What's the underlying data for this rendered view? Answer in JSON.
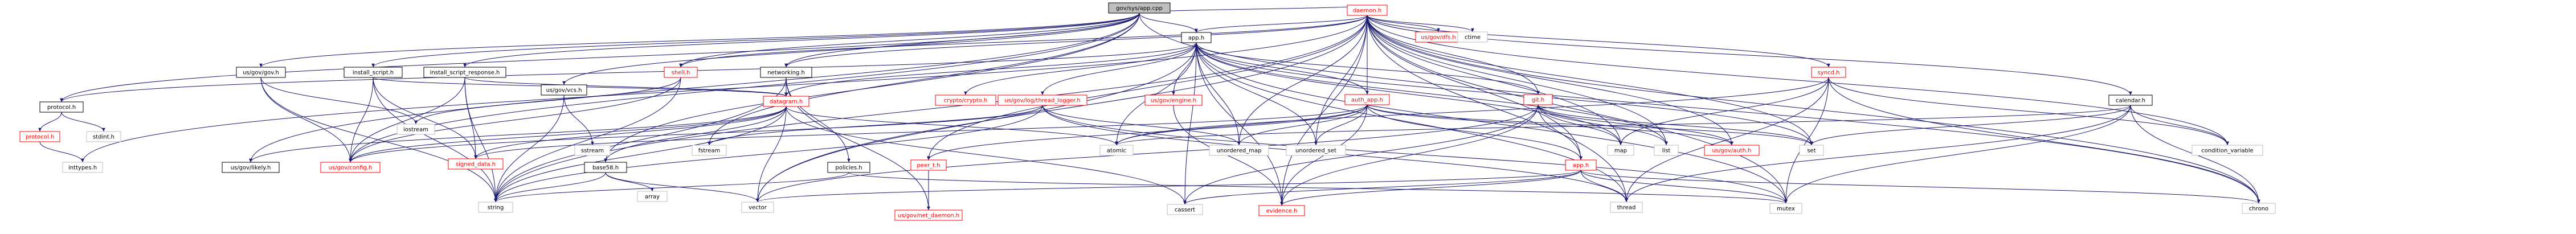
{
  "graph": {
    "root": "n_root",
    "nodes": [
      {
        "id": "n_root",
        "label": "gov/sys/app.cpp",
        "style": "root"
      },
      {
        "id": "n_daemon",
        "label": "daemon.h",
        "style": "red"
      },
      {
        "id": "n_app_h",
        "label": "app.h",
        "style": "black"
      },
      {
        "id": "n_protocol",
        "label": "protocol.h",
        "style": "black"
      },
      {
        "id": "n_protocolh2",
        "label": "protocol.h",
        "style": "red"
      },
      {
        "id": "n_inttypes",
        "label": "inttypes.h",
        "style": "gray"
      },
      {
        "id": "n_stdint",
        "label": "stdint.h",
        "style": "gray"
      },
      {
        "id": "n_usgov",
        "label": "us/gov/gov.h",
        "style": "black"
      },
      {
        "id": "n_install_script",
        "label": "install_script.h",
        "style": "black"
      },
      {
        "id": "n_install_script_resp",
        "label": "install_script_response.h",
        "style": "black"
      },
      {
        "id": "n_likely",
        "label": "us/gov/likely.h",
        "style": "black"
      },
      {
        "id": "n_config",
        "label": "us/gov/config.h",
        "style": "red"
      },
      {
        "id": "n_string",
        "label": "string",
        "style": "gray"
      },
      {
        "id": "n_iostream",
        "label": "iostream",
        "style": "gray"
      },
      {
        "id": "n_signed_data",
        "label": "signed_data.h",
        "style": "red"
      },
      {
        "id": "n_vcs",
        "label": "us/gov/vcs.h",
        "style": "black"
      },
      {
        "id": "n_sstream",
        "label": "sstream",
        "style": "gray"
      },
      {
        "id": "n_shell",
        "label": "shell.h",
        "style": "red"
      },
      {
        "id": "n_datagram",
        "label": "datagram.h",
        "style": "red"
      },
      {
        "id": "n_base58",
        "label": "base58.h",
        "style": "black"
      },
      {
        "id": "n_fstream",
        "label": "fstream",
        "style": "gray"
      },
      {
        "id": "n_array",
        "label": "array",
        "style": "gray"
      },
      {
        "id": "n_vector",
        "label": "vector",
        "style": "gray"
      },
      {
        "id": "n_networking",
        "label": "networking.h",
        "style": "black"
      },
      {
        "id": "n_policies",
        "label": "policies.h",
        "style": "black"
      },
      {
        "id": "n_peer_t",
        "label": "peer_t.h",
        "style": "red"
      },
      {
        "id": "n_net_daemon",
        "label": "us/gov/net_daemon.h",
        "style": "red"
      },
      {
        "id": "n_crypto",
        "label": "crypto/crypto.h",
        "style": "red"
      },
      {
        "id": "n_thread_logger",
        "label": "us/gov/log/thread_logger.h",
        "style": "red"
      },
      {
        "id": "n_atomic",
        "label": "atomic",
        "style": "gray"
      },
      {
        "id": "n_cassert",
        "label": "cassert",
        "style": "gray"
      },
      {
        "id": "n_engine",
        "label": "us/gov/engine.h",
        "style": "red"
      },
      {
        "id": "n_evidence",
        "label": "evidence.h",
        "style": "red"
      },
      {
        "id": "n_unordered_map",
        "label": "unordered_map",
        "style": "gray"
      },
      {
        "id": "n_unordered_set",
        "label": "unordered_set",
        "style": "gray"
      },
      {
        "id": "n_dfs",
        "label": "us/gov/dfs.h",
        "style": "red"
      },
      {
        "id": "n_auth_app",
        "label": "auth_app.h",
        "style": "red"
      },
      {
        "id": "n_git",
        "label": "git.h",
        "style": "red"
      },
      {
        "id": "n_app2",
        "label": "app.h",
        "style": "red"
      },
      {
        "id": "n_ctime",
        "label": "ctime",
        "style": "gray"
      },
      {
        "id": "n_map",
        "label": "map",
        "style": "gray"
      },
      {
        "id": "n_list",
        "label": "list",
        "style": "gray"
      },
      {
        "id": "n_auth",
        "label": "us/gov/auth.h",
        "style": "red"
      },
      {
        "id": "n_set",
        "label": "set",
        "style": "gray"
      },
      {
        "id": "n_syncd",
        "label": "syncd.h",
        "style": "red"
      },
      {
        "id": "n_calendar",
        "label": "calendar.h",
        "style": "black"
      },
      {
        "id": "n_thread",
        "label": "thread",
        "style": "gray"
      },
      {
        "id": "n_mutex",
        "label": "mutex",
        "style": "gray"
      },
      {
        "id": "n_condvar",
        "label": "condition_variable",
        "style": "gray"
      },
      {
        "id": "n_chrono",
        "label": "chrono",
        "style": "gray"
      }
    ],
    "edges": [
      [
        "n_root",
        "n_daemon"
      ],
      [
        "n_root",
        "n_app_h"
      ],
      [
        "n_root",
        "n_protocol"
      ],
      [
        "n_root",
        "n_usgov"
      ],
      [
        "n_root",
        "n_install_script"
      ],
      [
        "n_root",
        "n_install_script_resp"
      ],
      [
        "n_root",
        "n_likely"
      ],
      [
        "n_root",
        "n_config"
      ],
      [
        "n_root",
        "n_vcs"
      ],
      [
        "n_root",
        "n_shell"
      ],
      [
        "n_root",
        "n_networking"
      ],
      [
        "n_root",
        "n_base58"
      ],
      [
        "n_root",
        "n_fstream"
      ],
      [
        "n_root",
        "n_chrono"
      ],
      [
        "n_daemon",
        "n_shell"
      ],
      [
        "n_daemon",
        "n_networking"
      ],
      [
        "n_daemon",
        "n_app_h"
      ],
      [
        "n_daemon",
        "n_dfs"
      ],
      [
        "n_daemon",
        "n_ctime"
      ],
      [
        "n_daemon",
        "n_auth_app"
      ],
      [
        "n_daemon",
        "n_git"
      ],
      [
        "n_daemon",
        "n_app2"
      ],
      [
        "n_daemon",
        "n_syncd"
      ],
      [
        "n_daemon",
        "n_calendar"
      ],
      [
        "n_daemon",
        "n_map"
      ],
      [
        "n_daemon",
        "n_list"
      ],
      [
        "n_daemon",
        "n_set"
      ],
      [
        "n_daemon",
        "n_unordered_map"
      ],
      [
        "n_daemon",
        "n_unordered_set"
      ],
      [
        "n_daemon",
        "n_vector"
      ],
      [
        "n_daemon",
        "n_string"
      ],
      [
        "n_daemon",
        "n_thread"
      ],
      [
        "n_daemon",
        "n_mutex"
      ],
      [
        "n_daemon",
        "n_condvar"
      ],
      [
        "n_daemon",
        "n_evidence"
      ],
      [
        "n_daemon",
        "n_inttypes"
      ],
      [
        "n_daemon",
        "n_peer_t"
      ],
      [
        "n_daemon",
        "n_chrono"
      ],
      [
        "n_daemon",
        "n_auth"
      ],
      [
        "n_app_h",
        "n_protocol"
      ],
      [
        "n_app_h",
        "n_datagram"
      ],
      [
        "n_app_h",
        "n_crypto"
      ],
      [
        "n_app_h",
        "n_thread_logger"
      ],
      [
        "n_app_h",
        "n_engine"
      ],
      [
        "n_app_h",
        "n_auth_app"
      ],
      [
        "n_app_h",
        "n_git"
      ],
      [
        "n_app_h",
        "n_atomic"
      ],
      [
        "n_app_h",
        "n_cassert"
      ],
      [
        "n_app_h",
        "n_vector"
      ],
      [
        "n_app_h",
        "n_map"
      ],
      [
        "n_app_h",
        "n_unordered_map"
      ],
      [
        "n_app_h",
        "n_unordered_set"
      ],
      [
        "n_app_h",
        "n_evidence"
      ],
      [
        "n_app_h",
        "n_mutex"
      ],
      [
        "n_app_h",
        "n_thread"
      ],
      [
        "n_app_h",
        "n_set"
      ],
      [
        "n_app_h",
        "n_list"
      ],
      [
        "n_protocol",
        "n_protocolh2"
      ],
      [
        "n_protocol",
        "n_stdint"
      ],
      [
        "n_protocolh2",
        "n_inttypes"
      ],
      [
        "n_usgov",
        "n_config"
      ],
      [
        "n_usgov",
        "n_iostream"
      ],
      [
        "n_usgov",
        "n_string"
      ],
      [
        "n_install_script",
        "n_config"
      ],
      [
        "n_install_script",
        "n_signed_data"
      ],
      [
        "n_install_script",
        "n_datagram"
      ],
      [
        "n_install_script",
        "n_string"
      ],
      [
        "n_install_script_resp",
        "n_config"
      ],
      [
        "n_install_script_resp",
        "n_signed_data"
      ],
      [
        "n_install_script_resp",
        "n_datagram"
      ],
      [
        "n_install_script_resp",
        "n_string"
      ],
      [
        "n_vcs",
        "n_sstream"
      ],
      [
        "n_vcs",
        "n_string"
      ],
      [
        "n_shell",
        "n_iostream"
      ],
      [
        "n_shell",
        "n_string"
      ],
      [
        "n_shell",
        "n_config"
      ],
      [
        "n_datagram",
        "n_config"
      ],
      [
        "n_datagram",
        "n_likely"
      ],
      [
        "n_datagram",
        "n_signed_data"
      ],
      [
        "n_datagram",
        "n_base58"
      ],
      [
        "n_datagram",
        "n_vector"
      ],
      [
        "n_datagram",
        "n_string"
      ],
      [
        "n_datagram",
        "n_atomic"
      ],
      [
        "n_datagram",
        "n_cassert"
      ],
      [
        "n_base58",
        "n_array"
      ],
      [
        "n_base58",
        "n_vector"
      ],
      [
        "n_base58",
        "n_string"
      ],
      [
        "n_networking",
        "n_datagram"
      ],
      [
        "n_networking",
        "n_policies"
      ],
      [
        "n_networking",
        "n_string"
      ],
      [
        "n_networking",
        "n_net_daemon"
      ],
      [
        "n_policies",
        "n_string"
      ],
      [
        "n_policies",
        "n_mutex"
      ],
      [
        "n_peer_t",
        "n_net_daemon"
      ],
      [
        "n_thread_logger",
        "n_string"
      ],
      [
        "n_thread_logger",
        "n_config"
      ],
      [
        "n_thread_logger",
        "n_fstream"
      ],
      [
        "n_thread_logger",
        "n_unordered_map"
      ],
      [
        "n_thread_logger",
        "n_thread"
      ],
      [
        "n_thread_logger",
        "n_mutex"
      ],
      [
        "n_engine",
        "n_evidence"
      ],
      [
        "n_auth_app",
        "n_atomic"
      ],
      [
        "n_auth_app",
        "n_app2"
      ],
      [
        "n_auth_app",
        "n_set"
      ],
      [
        "n_auth_app",
        "n_peer_t"
      ],
      [
        "n_auth_app",
        "n_signed_data"
      ],
      [
        "n_auth_app",
        "n_unordered_map"
      ],
      [
        "n_auth_app",
        "n_unordered_set"
      ],
      [
        "n_auth_app",
        "n_auth"
      ],
      [
        "n_auth_app",
        "n_evidence"
      ],
      [
        "n_git",
        "n_app2"
      ],
      [
        "n_git",
        "n_map"
      ],
      [
        "n_git",
        "n_list"
      ],
      [
        "n_git",
        "n_auth"
      ],
      [
        "n_git",
        "n_set"
      ],
      [
        "n_git",
        "n_cassert"
      ],
      [
        "n_git",
        "n_evidence"
      ],
      [
        "n_git",
        "n_vector"
      ],
      [
        "n_app2",
        "n_vector"
      ],
      [
        "n_app2",
        "n_cassert"
      ],
      [
        "n_app2",
        "n_thread"
      ],
      [
        "n_app2",
        "n_mutex"
      ],
      [
        "n_app2",
        "n_evidence"
      ],
      [
        "n_app2",
        "n_chrono"
      ],
      [
        "n_syncd",
        "n_thread"
      ],
      [
        "n_syncd",
        "n_mutex"
      ],
      [
        "n_syncd",
        "n_condvar"
      ],
      [
        "n_syncd",
        "n_chrono"
      ],
      [
        "n_syncd",
        "n_map"
      ],
      [
        "n_syncd",
        "n_atomic"
      ],
      [
        "n_calendar",
        "n_mutex"
      ],
      [
        "n_calendar",
        "n_thread"
      ],
      [
        "n_calendar",
        "n_condvar"
      ],
      [
        "n_calendar",
        "n_chrono"
      ],
      [
        "n_calendar",
        "n_set"
      ],
      [
        "n_calendar",
        "n_atomic"
      ]
    ]
  }
}
